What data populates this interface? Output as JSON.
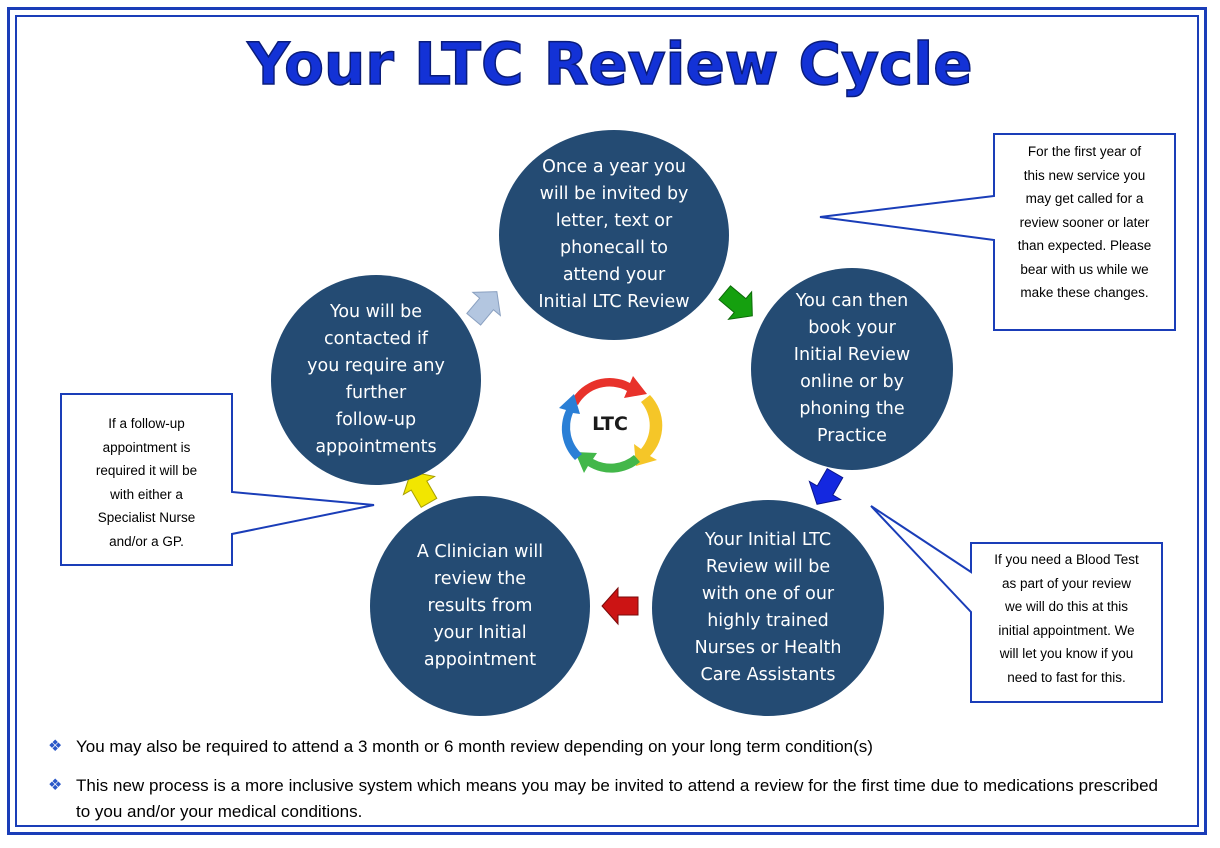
{
  "title": "Your LTC Review Cycle",
  "center_logo": {
    "label": "LTC",
    "icon": "recycle-cycle-icon"
  },
  "steps": [
    "Once a year you\nwill be invited by\nletter, text or\nphonecall to\nattend your\nInitial LTC Review",
    "You can then\nbook your\nInitial Review\nonline or by\nphoning the\nPractice",
    "Your Initial LTC\nReview will be\nwith one of our\nhighly trained\nNurses or Health\nCare Assistants",
    "A Clinician will\nreview the\nresults from\nyour Initial\nappointment",
    "You will be\ncontacted if\nyou require any\nfurther\nfollow-up\nappointments"
  ],
  "callouts": [
    "For the first year of\nthis new service you\nmay get called for a\nreview sooner or later\nthan expected.  Please\nbear with us while we\nmake these changes.",
    "If you need a Blood Test\nas part of your review\nwe will do this at this\ninitial appointment. We\nwill let you know if you\nneed to fast for this.",
    "If a follow-up\nappointment is\nrequired it will be\nwith either a\nSpecialist Nurse\nand/or a GP."
  ],
  "arrow_colors": [
    "#15a00f",
    "#1428e0",
    "#cc1414",
    "#f2e600",
    "#b3c6e0"
  ],
  "bullets": [
    "You may also be required to attend a 3 month or 6 month review depending on your long term condition(s)",
    "This new process is a more inclusive system which means you may be invited to attend a review for the first time due to medications prescribed to you and/or your medical conditions."
  ],
  "colors": {
    "border": "#1a3db8",
    "title": "#1332d6",
    "circle": "#244b73",
    "bullet_mark": "#2b58c8"
  }
}
